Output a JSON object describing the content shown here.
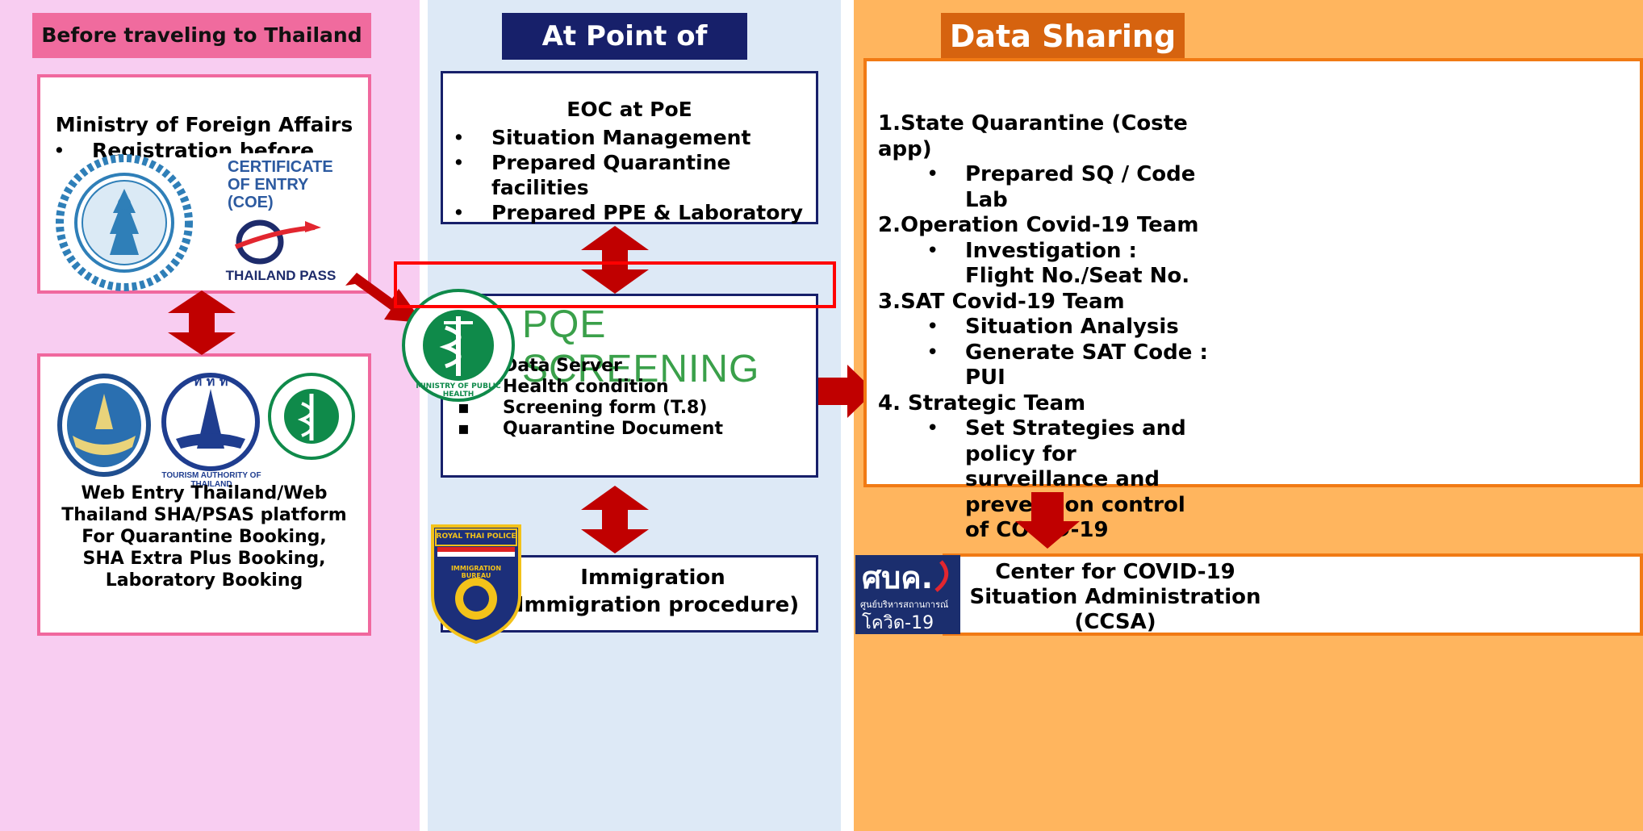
{
  "colors": {
    "left_bg": "#f8cdf1",
    "mid_bg": "#dde9f6",
    "right_bg": "#ffb55e",
    "pink_header": "#f06b9e",
    "navy_header": "#17206a",
    "orange_header": "#d6630f",
    "arrow_red": "#c00000",
    "outline_red": "#ff0000"
  },
  "left": {
    "header": "Before traveling to Thailand",
    "box1": {
      "title": "Ministry of Foreign Affairs",
      "bullet": "Registration before travel",
      "coe": {
        "line1": "CERTIFICATE",
        "line2": "OF ENTRY",
        "line3": "(COE)",
        "pass": "THAILAND PASS"
      }
    },
    "box2": {
      "logos": [
        "thai-ministry-seal-icon",
        "tourism-authority-logo-icon",
        "ministry-public-health-logo-icon"
      ],
      "tat_text": "TOURISM AUTHORITY OF THAILAND",
      "lines": [
        "Web Entry Thailand/Web",
        "Thailand SHA/PSAS platform",
        "For Quarantine Booking,",
        "SHA Extra Plus Booking,",
        "Laboratory Booking"
      ]
    }
  },
  "middle": {
    "header": "At Point of Entry",
    "eoc": {
      "title": "EOC at PoE",
      "items": [
        "Situation Management",
        "Prepared Quarantine facilities",
        "Prepared PPE & Laboratory"
      ]
    },
    "poe": {
      "logo_poe": "PQE SCREENING",
      "items": [
        "Data Server",
        "Health condition",
        "Screening form (T.8)",
        "Quarantine Document"
      ]
    },
    "moph_badge": "MINISTRY OF PUBLIC HEALTH",
    "police_badge": {
      "top": "ROYAL THAI POLICE",
      "mid": "IMMIGRATION BUREAU"
    },
    "immigration": {
      "line1": "Immigration",
      "line2": "(Immigration procedure)"
    }
  },
  "right": {
    "header": "Data Sharing",
    "sections": [
      {
        "title": "1.State Quarantine (Coste app)",
        "items": [
          "Prepared SQ / Code Lab"
        ]
      },
      {
        "title": "2.Operation Covid-19 Team",
        "items": [
          "Investigation : Flight No./Seat No."
        ]
      },
      {
        "title": "3.SAT Covid-19 Team",
        "items": [
          "Situation Analysis",
          "Generate SAT Code : PUI"
        ]
      },
      {
        "title": "4. Strategic Team",
        "items": [
          "Set Strategies and policy for surveillance and prevention control of COVID-19"
        ]
      }
    ],
    "ccsa_logo": {
      "big": "ศบค.",
      "small": "ศูนย์บริหารสถานการณ์",
      "covid": "โควิด-19"
    },
    "ccsa_lines": [
      "Center for COVID-19",
      "Situation  Administration",
      "(CCSA)"
    ]
  }
}
